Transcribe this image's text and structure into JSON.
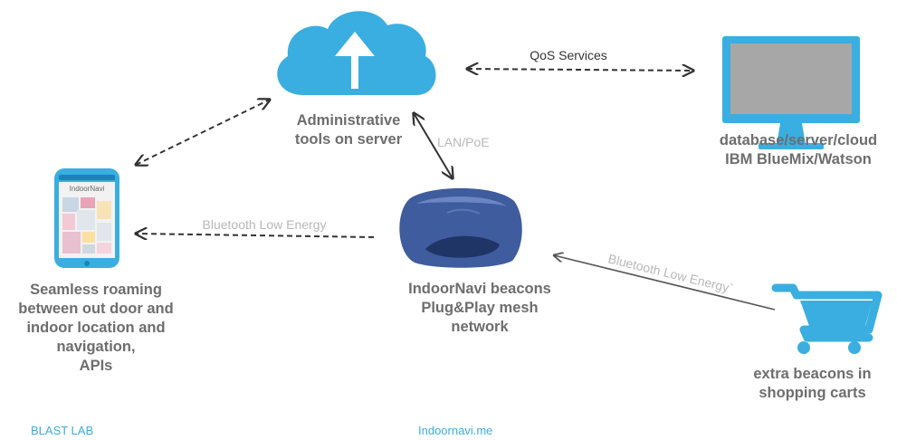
{
  "nodes": {
    "server": {
      "icon": "cloud-upload-icon",
      "label_lines": [
        "Administrative",
        "tools on server"
      ]
    },
    "database": {
      "icon": "monitor-icon",
      "label_lines": [
        "database/server/cloud",
        "IBM BlueMix/Watson"
      ]
    },
    "phone": {
      "icon": "smartphone-icon",
      "screen_title": "IndoorNavi",
      "label_lines": [
        "Seamless roaming",
        "between out door and",
        "indoor location and",
        "navigation,",
        "APIs"
      ]
    },
    "beacon": {
      "icon": "beacon-device-icon",
      "label_lines": [
        "IndoorNavi beacons",
        "Plug&Play mesh",
        "network"
      ]
    },
    "cart": {
      "icon": "shopping-cart-icon",
      "label_lines": [
        "extra beacons in",
        "shopping carts"
      ]
    }
  },
  "edges": {
    "qos": "QoS Services",
    "lan": "LAN/PoE",
    "ble_phone": "Bluetooth Low Energy",
    "ble_cart": "Bluetooth Low Energy`"
  },
  "footer": {
    "left": "BLAST LAB",
    "center": "Indoornavi.me"
  },
  "colors": {
    "accent": "#3aaee0",
    "label": "#6d6d6d",
    "edge_label": "#b8b8b8",
    "arrow": "#333333",
    "beacon": "#3e5c9e"
  }
}
